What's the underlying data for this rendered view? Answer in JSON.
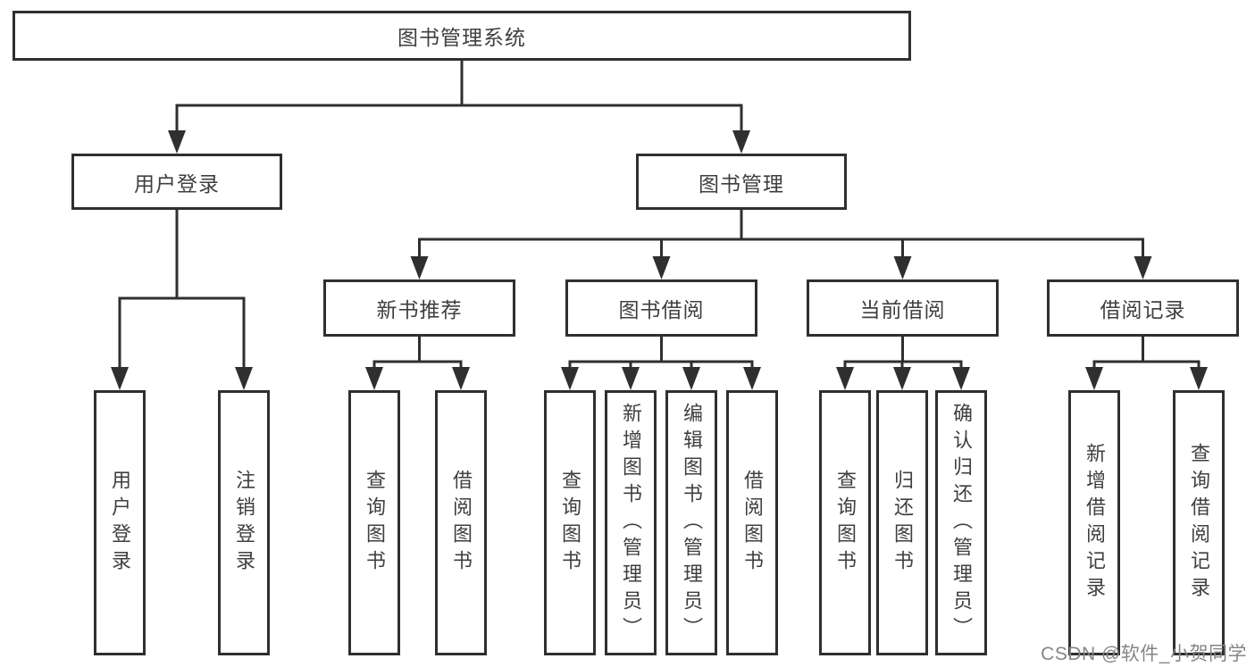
{
  "colors": {
    "line": "#2f2f2f",
    "box_border": "#2f2f2f",
    "box_background": "#ffffff",
    "text": "#3f3f3f",
    "watermark": "#8a8383"
  },
  "nodes": {
    "root": {
      "label": "图书管理系统"
    },
    "level2": [
      {
        "label": "用户登录"
      },
      {
        "label": "图书管理"
      }
    ],
    "level3": [
      {
        "label": "新书推荐"
      },
      {
        "label": "图书借阅"
      },
      {
        "label": "当前借阅"
      },
      {
        "label": "借阅记录"
      }
    ],
    "leaves": [
      {
        "parent": "用户登录",
        "items": [
          "用户登录",
          "注销登录"
        ]
      },
      {
        "parent": "新书推荐",
        "items": [
          "查询图书",
          "借阅图书"
        ]
      },
      {
        "parent": "图书借阅",
        "items": [
          "查询图书",
          "新增图书（管理员）",
          "编辑图书（管理员）",
          "借阅图书"
        ]
      },
      {
        "parent": "当前借阅",
        "items": [
          "查询图书",
          "归还图书",
          "确认归还（管理员）"
        ]
      },
      {
        "parent": "借阅记录",
        "items": [
          "新增借阅记录",
          "查询借阅记录"
        ]
      }
    ]
  },
  "watermark": {
    "text": "CSDN @软件_小贺同学"
  }
}
